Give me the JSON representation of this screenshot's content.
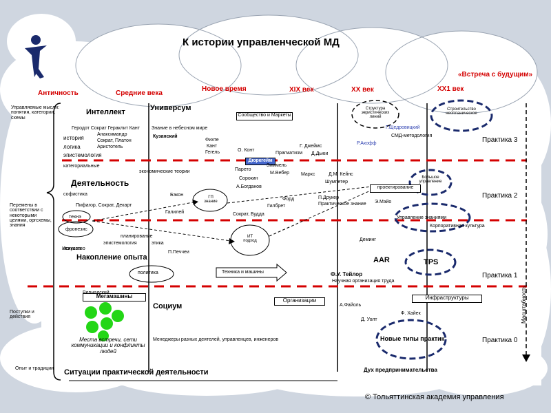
{
  "title": "К истории  управленческой МД",
  "future": "«Встреча с будущим»",
  "eras": [
    "Античность",
    "Средние века",
    "Новое время",
    "XIX век",
    "XX век",
    "XX1 век"
  ],
  "practices": [
    "Практика 3",
    "Практика 2",
    "Практика 1",
    "Практика 0"
  ],
  "scale_label": "Масштабность",
  "copyright": "© Тольяттинская академия управления",
  "left": {
    "top": "Управляемые мысли: понятия, категории, схемы",
    "mid": "Перемены в соответствии с некоторыми целями, оргсхемы, знания",
    "low": "Поступки и действия",
    "bottom": "Опыт и традиции"
  },
  "headings": {
    "intellect": "Интеллект",
    "universum": "Универсум",
    "activity": "Деятельность",
    "accumulation": "Накопление опыта",
    "socium": "Социум",
    "situations": "Ситуации практической деятельности"
  },
  "labels": {
    "ancient_names": "Геродот  Сократ  Гераклит  Кант",
    "anaximander": "Анаксимандр",
    "socrates_plato": "Сократ, Платон",
    "aristotle": "Аристотель",
    "history": "история",
    "logic": "логика",
    "episteme": "эпистемология",
    "categories": "категориальные",
    "kuzansky": "Кузанский",
    "scholastics": "Знание в небесном мире",
    "fichte": "Фихте",
    "kant": "Кант",
    "hegel": "Гегель",
    "comte": "О. Конт",
    "prag": "Прагматизм",
    "james": "Г. Джеймс",
    "dewey": "Д.Дьюи",
    "durkheim": "Дюркгейм",
    "pareto": "Парето",
    "sorokin": "Сорокин",
    "simmel": "Зиммель",
    "weber": "М.Вебер",
    "marx": "Маркс",
    "keynes": "Д.М. Кейнс",
    "ackoff": "Р.Акофф",
    "shchedrov": "Г.Щедровицкий",
    "smd": "СМД-методология",
    "econ": "экономические теории",
    "sophists": "софистика",
    "pifagor": "Пифагор, Сократ, Декарт",
    "techne": "технэ",
    "phronesis": "фронезис",
    "art": "искусство",
    "epi_repro": "эпистемология",
    "ethics": "этика",
    "bacon": "Бэкон",
    "galileo": "Галилей",
    "bogdanov": "А.Богданов",
    "ford": "Форд",
    "gilbreth": "Гилбрет",
    "drucker": "П.Друкер",
    "schumpeter": "Шумпетер",
    "mayo": "Э.Мэйо",
    "deming": "Деминг",
    "ishikawa": "Исикава",
    "proj": "проектирование",
    "aar": "AAR",
    "taylor": "Ф.У. Тейлор",
    "sci_org": "Научная организация труда",
    "pechchei": "П.Печчеи",
    "fayol": "А.Файоль",
    "hayek": "Ф. Хайек",
    "weil": "Д. Уолт",
    "vernadsky": "Вернадский",
    "mgmt_practices": "Менеджеры разных деятелей, управленцев, инженеров",
    "self_org": "Сократ, Будда",
    "new_practices": "Новые типы практик",
    "enterprise": "Дух предпринимательства",
    "lesson": "Места встречи, сети коммуникации и конфликты людей",
    "big_game": "Большое управление",
    "org": "Организации",
    "infra": "Инфраструктуры",
    "tech": "Техника и машины",
    "mega": "Мегамашины",
    "politics": "политика",
    "practical_knowledge": "Практическое знание",
    "km": "Управление знаниями",
    "kar": "Корпоративная культура",
    "tps": "TPS",
    "sbs": "Строительство неопланическое",
    "sttr": "Структура эвристических линий",
    "gn": "ГП знание",
    "itp": "ИТ подход",
    "comm": "Сообщество и Маркеты",
    "plato_net": "Платон",
    "dur_box": "Дюркгейм",
    "plan": "планирование"
  }
}
